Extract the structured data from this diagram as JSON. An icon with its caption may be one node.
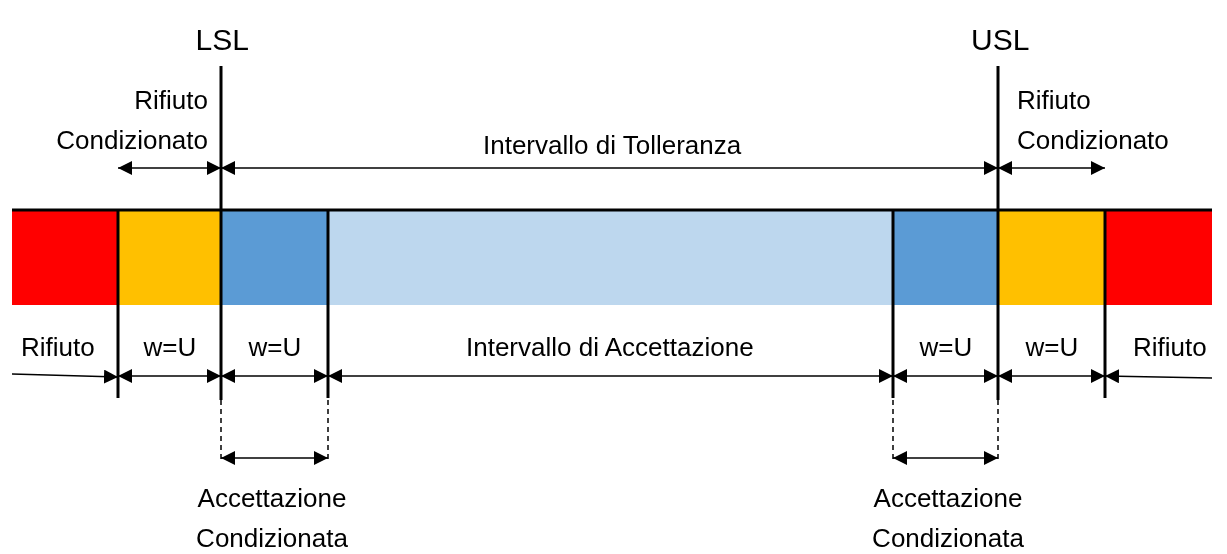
{
  "diagram": {
    "labels": [
      "LSL",
      "USL",
      "Rifiuto Condizionato",
      "Rifiuto Condizionato",
      "Intervallo di Tolleranza",
      "Rifiuto",
      "w=U",
      "w=U",
      "Intervallo di Accettazione",
      "w=U",
      "w=U",
      "Rifiuto",
      "Accettazione Condizionata",
      "Accettazione Condizionata"
    ]
  }
}
